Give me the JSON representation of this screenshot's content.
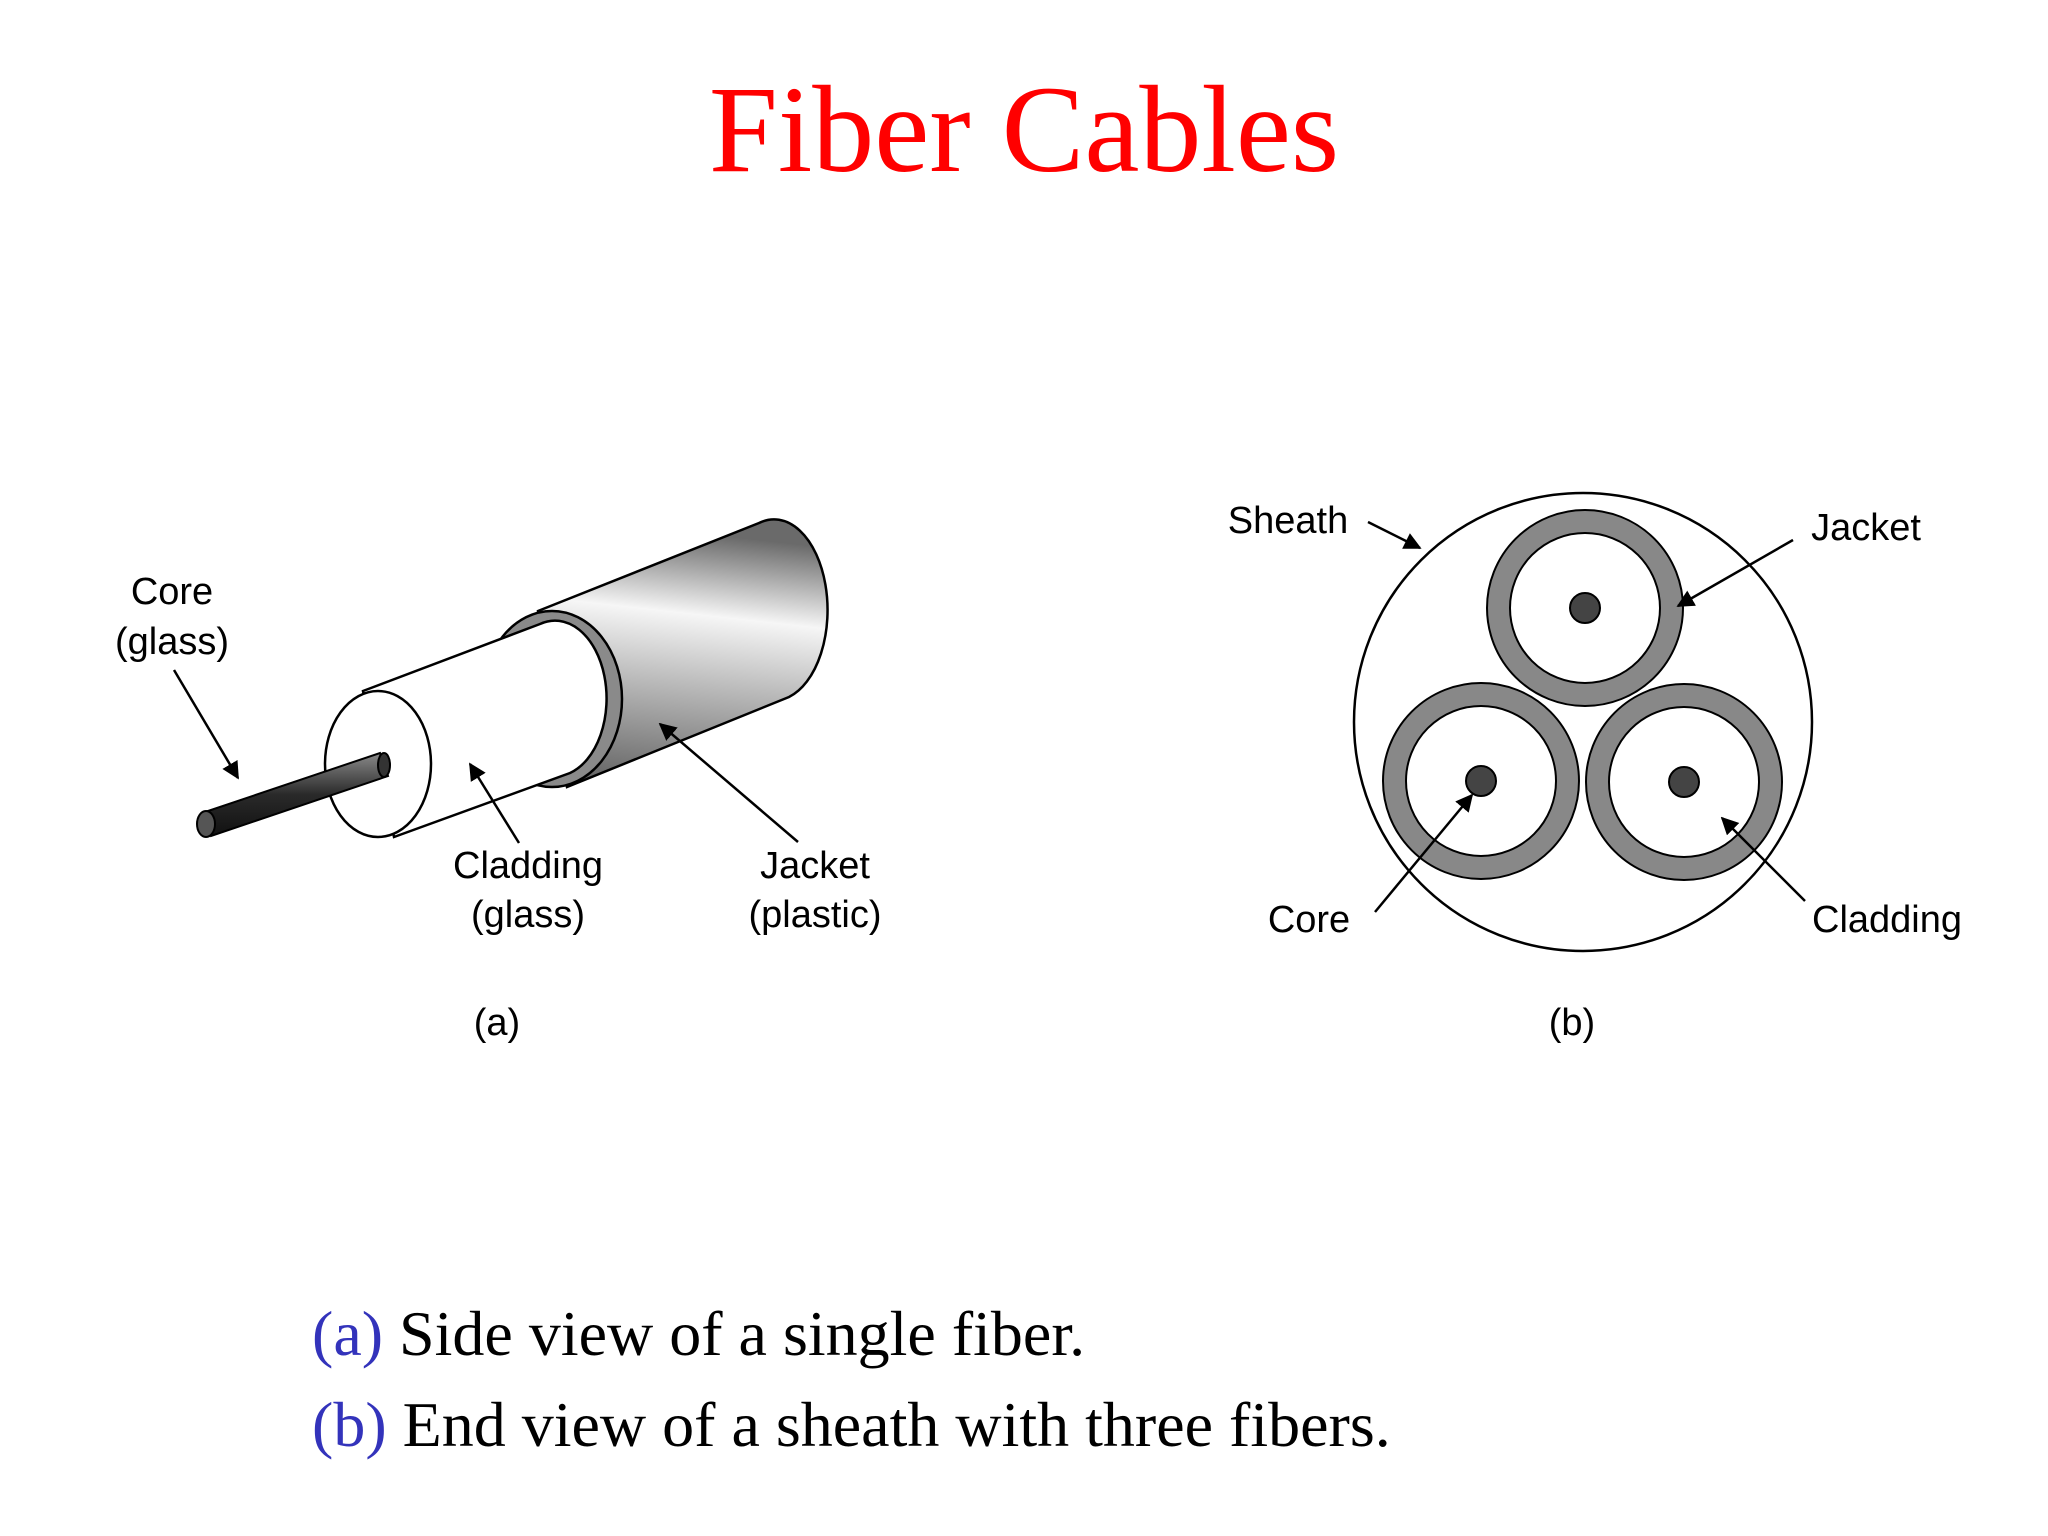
{
  "title": "Fiber Cables",
  "colors": {
    "title": "#ff0000",
    "caption_tag": "#3333bb",
    "ring_gray": "#888888",
    "core_dark": "#444444"
  },
  "panel_a": {
    "core_label_line1": "Core",
    "core_label_line2": "(glass)",
    "cladding_label_line1": "Cladding",
    "cladding_label_line2": "(glass)",
    "jacket_label_line1": "Jacket",
    "jacket_label_line2": "(plastic)",
    "panel_label": "(a)"
  },
  "panel_b": {
    "sheath_label": "Sheath",
    "jacket_label": "Jacket",
    "core_label": "Core",
    "cladding_label": "Cladding",
    "panel_label": "(b)"
  },
  "captions": [
    {
      "tag": "(a)",
      "text": " Side view of a single fiber."
    },
    {
      "tag": "(b)",
      "text": " End view of a sheath with three fibers."
    }
  ]
}
